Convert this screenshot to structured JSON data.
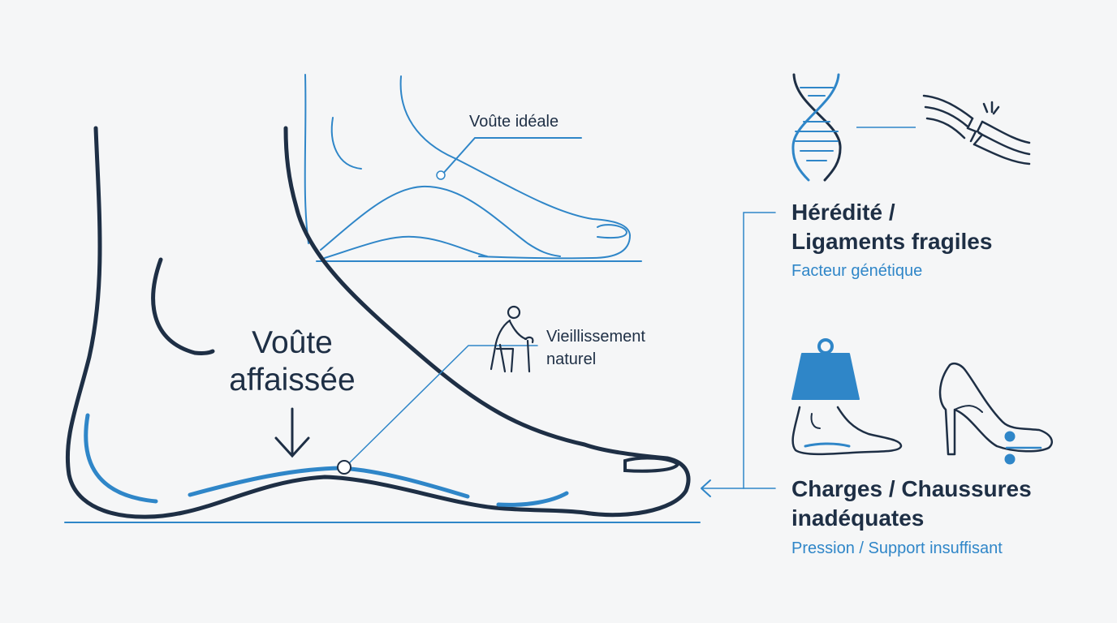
{
  "colors": {
    "navy": "#1e2f45",
    "blue": "#2f86c8",
    "background": "#f5f6f7"
  },
  "icons": {
    "dna": "dna-icon",
    "torn_ligament": "torn-ligament-icon",
    "elderly_person": "elderly-person-with-cane-icon",
    "weight": "weight-icon",
    "high_heel": "high-heel-shoe-icon",
    "arrow": "arrow-left-icon"
  },
  "labels": {
    "ideal_arch": "Voûte idéale",
    "flat_arch_line1": "Voûte",
    "flat_arch_line2": "affaissée",
    "aging_line1": "Vieillissement",
    "aging_line2": "naturel"
  },
  "factors": {
    "heredity": {
      "title_line1": "Hérédité /",
      "title_line2": "Ligaments fragiles",
      "subtitle": "Facteur génétique"
    },
    "loads": {
      "title_line1": "Charges / Chaussures",
      "title_line2": "inadéquates",
      "subtitle": "Pression / Support insuffisant"
    }
  }
}
